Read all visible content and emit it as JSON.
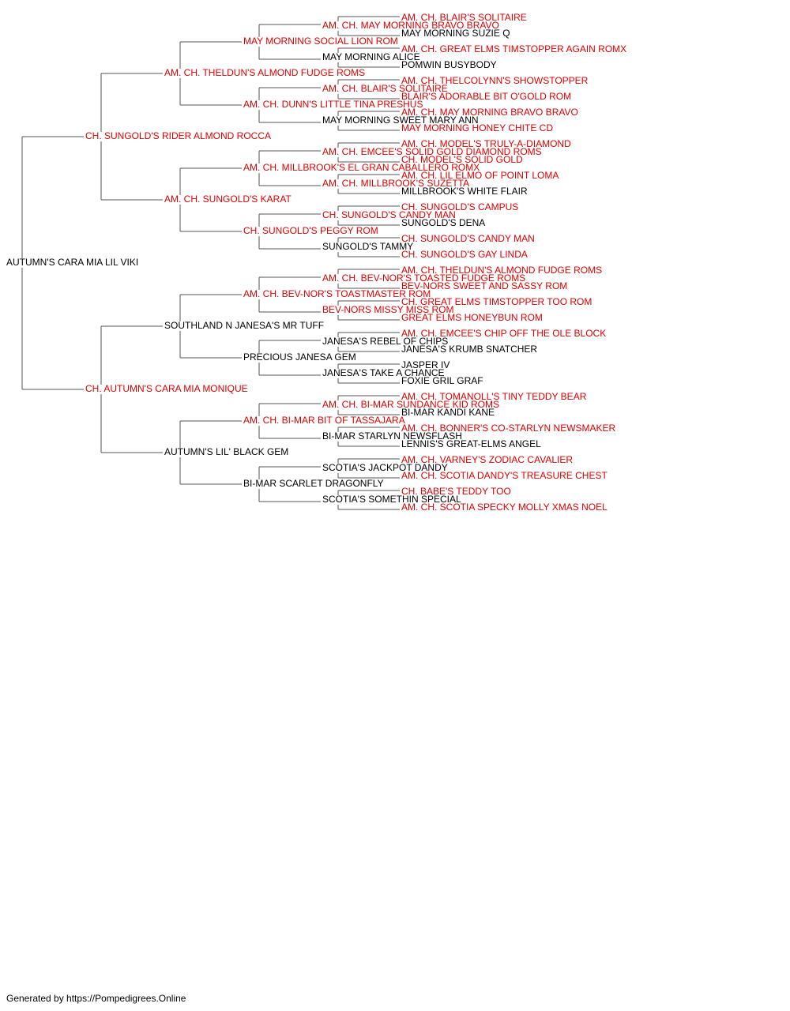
{
  "colors": {
    "champion": "#e00000",
    "normal": "#000000",
    "line": "#555555"
  },
  "footer": "Generated by https://Pompedigrees.Online",
  "pedigree": {
    "name": "AUTUMN'S CARA MIA LIL VIKI",
    "champion": false,
    "sire": {
      "name": "CH. SUNGOLD'S RIDER ALMOND ROCCA",
      "champion": true,
      "sire": {
        "name": "AM. CH. THELDUN'S ALMOND FUDGE ROMS",
        "champion": true,
        "sire": {
          "name": "MAY MORNING SOCIAL LION ROM",
          "champion": true,
          "sire": {
            "name": "AM. CH. MAY MORNING BRAVO BRAVO",
            "champion": true,
            "sire": {
              "name": "AM. CH. BLAIR'S SOLITAIRE",
              "champion": true
            },
            "dam": {
              "name": "MAY MORNING SUZIE Q",
              "champion": false
            }
          },
          "dam": {
            "name": "MAY MORNING ALICE",
            "champion": false,
            "sire": {
              "name": "AM. CH. GREAT ELMS TIMSTOPPER AGAIN ROMX",
              "champion": true
            },
            "dam": {
              "name": "POMWIN BUSYBODY",
              "champion": false
            }
          }
        },
        "dam": {
          "name": "AM. CH. DUNN'S LITTLE TINA PRESHUS",
          "champion": true,
          "sire": {
            "name": "AM. CH. BLAIR'S SOLITAIRE",
            "champion": true,
            "sire": {
              "name": "AM. CH. THELCOLYNN'S SHOWSTOPPER",
              "champion": true
            },
            "dam": {
              "name": "BLAIR'S ADORABLE BIT O'GOLD ROM",
              "champion": true
            }
          },
          "dam": {
            "name": "MAY MORNING SWEET MARY ANN",
            "champion": false,
            "sire": {
              "name": "AM. CH. MAY MORNING BRAVO BRAVO",
              "champion": true
            },
            "dam": {
              "name": "MAY MORNING HONEY CHITE CD",
              "champion": true
            }
          }
        }
      },
      "dam": {
        "name": "AM. CH. SUNGOLD'S KARAT",
        "champion": true,
        "sire": {
          "name": "AM. CH. MILLBROOK'S EL GRAN CABALLERO ROMX",
          "champion": true,
          "sire": {
            "name": "AM. CH. EMCEE'S SOLID GOLD DIAMOND ROMS",
            "champion": true,
            "sire": {
              "name": "AM. CH. MODEL'S TRULY-A-DIAMOND",
              "champion": true
            },
            "dam": {
              "name": "CH. MODEL'S SOLID GOLD",
              "champion": true
            }
          },
          "dam": {
            "name": "AM. CH. MILLBROOK'S SUZETTA",
            "champion": true,
            "sire": {
              "name": "AM. CH. LIL ELMO OF POINT LOMA",
              "champion": true
            },
            "dam": {
              "name": "MILLBROOK'S WHITE FLAIR",
              "champion": false
            }
          }
        },
        "dam": {
          "name": "CH. SUNGOLD'S PEGGY ROM",
          "champion": true,
          "sire": {
            "name": "CH. SUNGOLD'S CANDY MAN",
            "champion": true,
            "sire": {
              "name": "CH. SUNGOLD'S CAMPUS",
              "champion": true
            },
            "dam": {
              "name": "SUNGOLD'S DENA",
              "champion": false
            }
          },
          "dam": {
            "name": "SUNGOLD'S TAMMY",
            "champion": false,
            "sire": {
              "name": "CH. SUNGOLD'S CANDY MAN",
              "champion": true
            },
            "dam": {
              "name": "CH. SUNGOLD'S GAY LINDA",
              "champion": true
            }
          }
        }
      }
    },
    "dam": {
      "name": "CH. AUTUMN'S CARA MIA MONIQUE",
      "champion": true,
      "sire": {
        "name": "SOUTHLAND N JANESA'S MR TUFF",
        "champion": false,
        "sire": {
          "name": "AM. CH. BEV-NOR'S TOASTMASTER ROM",
          "champion": true,
          "sire": {
            "name": "AM. CH. BEV-NOR'S TOASTED FUDGE ROMS",
            "champion": true,
            "sire": {
              "name": "AM. CH. THELDUN'S ALMOND FUDGE ROMS",
              "champion": true
            },
            "dam": {
              "name": "BEV-NORS SWEET AND SASSY ROM",
              "champion": true
            }
          },
          "dam": {
            "name": "BEV-NORS MISSY MISS ROM",
            "champion": true,
            "sire": {
              "name": "CH. GREAT ELMS TIMSTOPPER TOO ROM",
              "champion": true
            },
            "dam": {
              "name": "GREAT ELMS HONEYBUN ROM",
              "champion": true
            }
          }
        },
        "dam": {
          "name": "PRECIOUS JANESA GEM",
          "champion": false,
          "sire": {
            "name": "JANESA'S REBEL OF CHIPS",
            "champion": false,
            "sire": {
              "name": "AM. CH. EMCEE'S CHIP OFF THE OLE BLOCK",
              "champion": true
            },
            "dam": {
              "name": "JANESA'S KRUMB SNATCHER",
              "champion": false
            }
          },
          "dam": {
            "name": "JANESA'S TAKE A CHANCE",
            "champion": false,
            "sire": {
              "name": "JASPER IV",
              "champion": false
            },
            "dam": {
              "name": "FOXIE GRIL GRAF",
              "champion": false
            }
          }
        }
      },
      "dam": {
        "name": "AUTUMN'S LIL' BLACK GEM",
        "champion": false,
        "sire": {
          "name": "AM. CH. BI-MAR BIT OF TASSAJARA",
          "champion": true,
          "sire": {
            "name": "AM. CH. BI-MAR SUNDANCE KID ROMS",
            "champion": true,
            "sire": {
              "name": "AM. CH. TOMANOLL'S TINY TEDDY BEAR",
              "champion": true
            },
            "dam": {
              "name": "BI-MAR KANDI KANE",
              "champion": false
            }
          },
          "dam": {
            "name": "BI-MAR STARLYN NEWSFLASH",
            "champion": false,
            "sire": {
              "name": "AM. CH. BONNER'S CO-STARLYN NEWSMAKER",
              "champion": true
            },
            "dam": {
              "name": "LENNIS'S GREAT-ELMS ANGEL",
              "champion": false
            }
          }
        },
        "dam": {
          "name": "BI-MAR SCARLET DRAGONFLY",
          "champion": false,
          "sire": {
            "name": "SCOTIA'S JACKPOT DANDY",
            "champion": false,
            "sire": {
              "name": "AM. CH. VARNEY'S ZODIAC CAVALIER",
              "champion": true
            },
            "dam": {
              "name": "AM. CH. SCOTIA DANDY'S TREASURE CHEST",
              "champion": true
            }
          },
          "dam": {
            "name": "SCOTIA'S SOMETHIN SPECIAL",
            "champion": false,
            "sire": {
              "name": "CH. BABE'S TEDDY TOO",
              "champion": true
            },
            "dam": {
              "name": "AM. CH. SCOTIA SPECKY MOLLY XMAS NOEL",
              "champion": true
            }
          }
        }
      }
    }
  }
}
